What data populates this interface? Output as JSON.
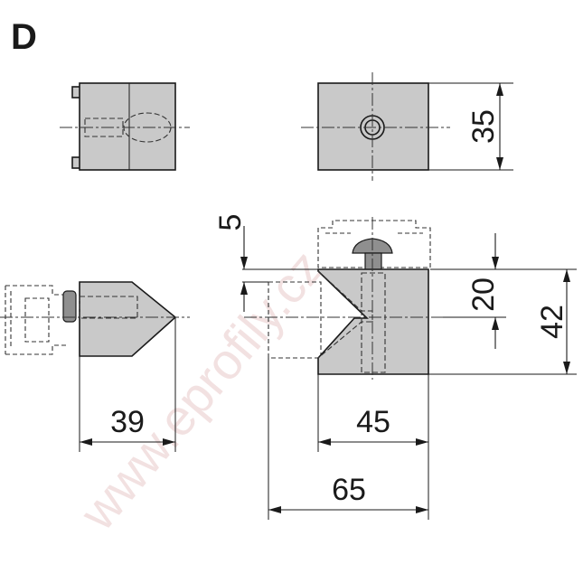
{
  "figure": {
    "label": "D"
  },
  "watermark": "www.eprofily.cz",
  "dimensions": {
    "top_height": "35",
    "offset": "5",
    "slot_height": "20",
    "total_height": "42",
    "side_width": "39",
    "body_width": "45",
    "overall_width": "65"
  }
}
